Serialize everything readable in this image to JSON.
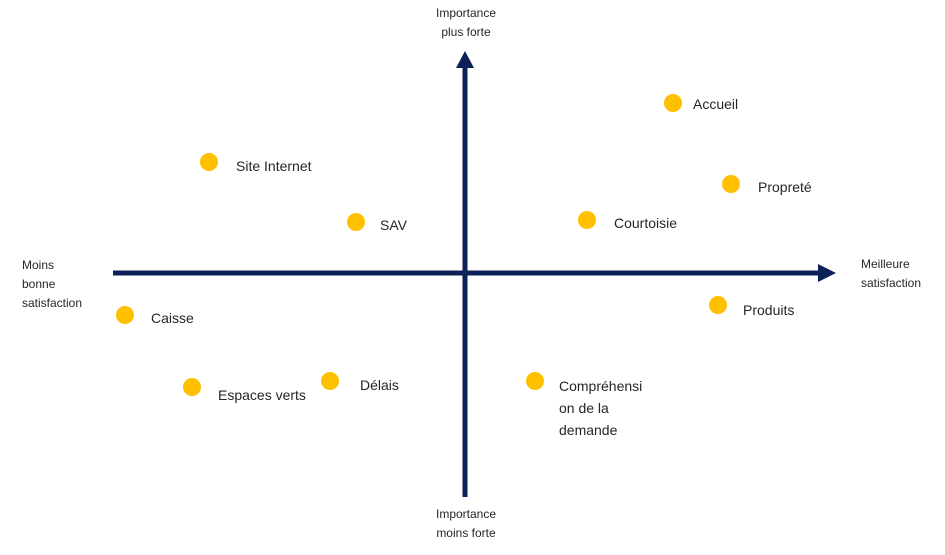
{
  "colors": {
    "axis": "#0C2157",
    "dot": "#FFC000",
    "text": "#262626"
  },
  "axes": {
    "top": [
      "Importance",
      "plus forte"
    ],
    "bottom": [
      "Importance",
      "moins forte"
    ],
    "left": [
      "Moins",
      "bonne",
      "satisfaction"
    ],
    "right": [
      "Meilleure",
      "satisfaction"
    ]
  },
  "items": [
    {
      "lines": [
        "Site Internet"
      ]
    },
    {
      "lines": [
        "SAV"
      ]
    },
    {
      "lines": [
        "Caisse"
      ]
    },
    {
      "lines": [
        "Espaces verts"
      ]
    },
    {
      "lines": [
        "Délais"
      ]
    },
    {
      "lines": [
        "Accueil"
      ]
    },
    {
      "lines": [
        "Propreté"
      ]
    },
    {
      "lines": [
        "Courtoisie"
      ]
    },
    {
      "lines": [
        "Produits"
      ]
    },
    {
      "lines": [
        "Compréhensi",
        "on de la",
        "demande"
      ]
    }
  ]
}
